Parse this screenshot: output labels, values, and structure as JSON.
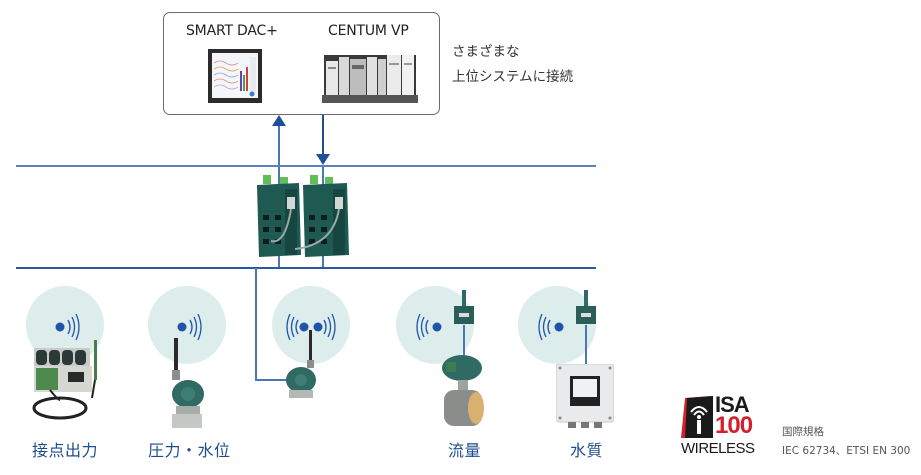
{
  "upper_systems": {
    "items": [
      {
        "label": "SMART DAC+",
        "image": "recorder-device-image"
      },
      {
        "label": "CENTUM VP",
        "image": "control-system-rack-image"
      }
    ],
    "caption_line1": "さまざまな",
    "caption_line2": "上位システムに接続"
  },
  "network": {
    "gateway": "network-gateway-switch-image",
    "uplink_arrow": "up",
    "downlink_arrow": "down"
  },
  "devices": [
    {
      "label": "接点出力",
      "icon": "wifi-signal-right-icon",
      "image": "contact-output-device-image"
    },
    {
      "label": "圧力・水位",
      "icon": "wifi-signal-right-icon",
      "image": "pressure-transmitter-image"
    },
    {
      "label": "",
      "icon": "wifi-signal-both-icon",
      "image": "access-point-device-image"
    },
    {
      "label": "流量",
      "icon": "wifi-signal-left-icon",
      "image": "flowmeter-image"
    },
    {
      "label": "水質",
      "icon": "wifi-signal-left-icon",
      "image": "water-quality-analyzer-image"
    }
  ],
  "logo": {
    "line1": "ISA",
    "line2": "100",
    "line3": "WIRELESS",
    "standard_title": "国際規格",
    "standard_detail": "IEC 62734、ETSI EN 300"
  },
  "colors": {
    "line_blue": "#2d5a9a",
    "label_blue": "#1e4d8f",
    "cloud_teal": "#dcedec",
    "dot_blue": "#1f55a8",
    "logo_red": "#d4202c"
  }
}
